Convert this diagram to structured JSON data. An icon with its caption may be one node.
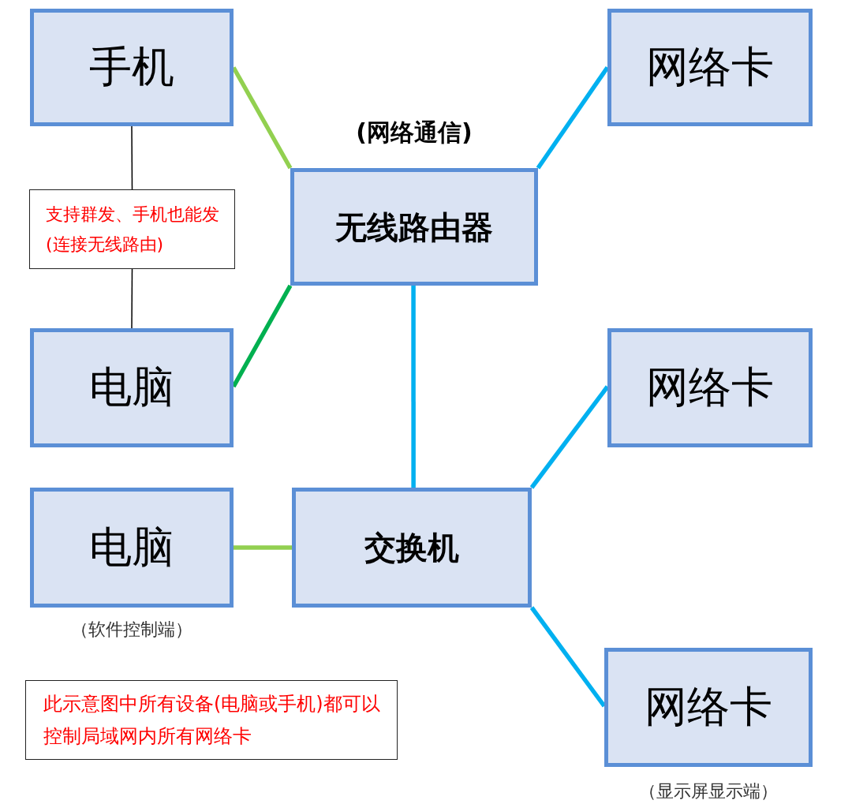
{
  "diagram": {
    "nodes": [
      {
        "text": [
          "手机"
        ]
      },
      {
        "text": [
          "网络卡"
        ]
      },
      {
        "text": [
          "无线路由器"
        ],
        "beside": [
          "(网络通信)"
        ]
      },
      {
        "text": [
          "支持群发、手机也能发(连接无线路由)"
        ]
      },
      {
        "text": [
          "电脑"
        ]
      },
      {
        "text": [
          "网络卡"
        ]
      },
      {
        "text": [
          "电脑"
        ],
        "beside": [
          "（软件控制端）"
        ]
      },
      {
        "text": [
          "交换机"
        ]
      },
      {
        "text": [
          "网络卡"
        ],
        "beside": [
          "（显示屏显示端）"
        ]
      },
      {
        "text": [
          "此示意图中所有设备(电脑或手机)都可以控制局域网内所有网络卡"
        ]
      }
    ],
    "edges": [
      {
        "from": 0,
        "to": 2,
        "arrow": "none",
        "color": "#92d050"
      },
      {
        "from": 2,
        "to": 1,
        "arrow": "none"
      },
      {
        "from": 0,
        "to": 3,
        "arrow": "none",
        "color": "#000000"
      },
      {
        "from": 3,
        "to": 4,
        "arrow": "none",
        "color": "#000000"
      },
      {
        "from": 4,
        "to": 2,
        "arrow": "none",
        "color": "#00b050"
      },
      {
        "from": 2,
        "to": 7,
        "arrow": "none"
      },
      {
        "from": 7,
        "to": 5,
        "arrow": "none"
      },
      {
        "from": 6,
        "to": 7,
        "arrow": "none",
        "color": "#92d050"
      },
      {
        "from": 7,
        "to": 8,
        "arrow": "none"
      }
    ]
  }
}
